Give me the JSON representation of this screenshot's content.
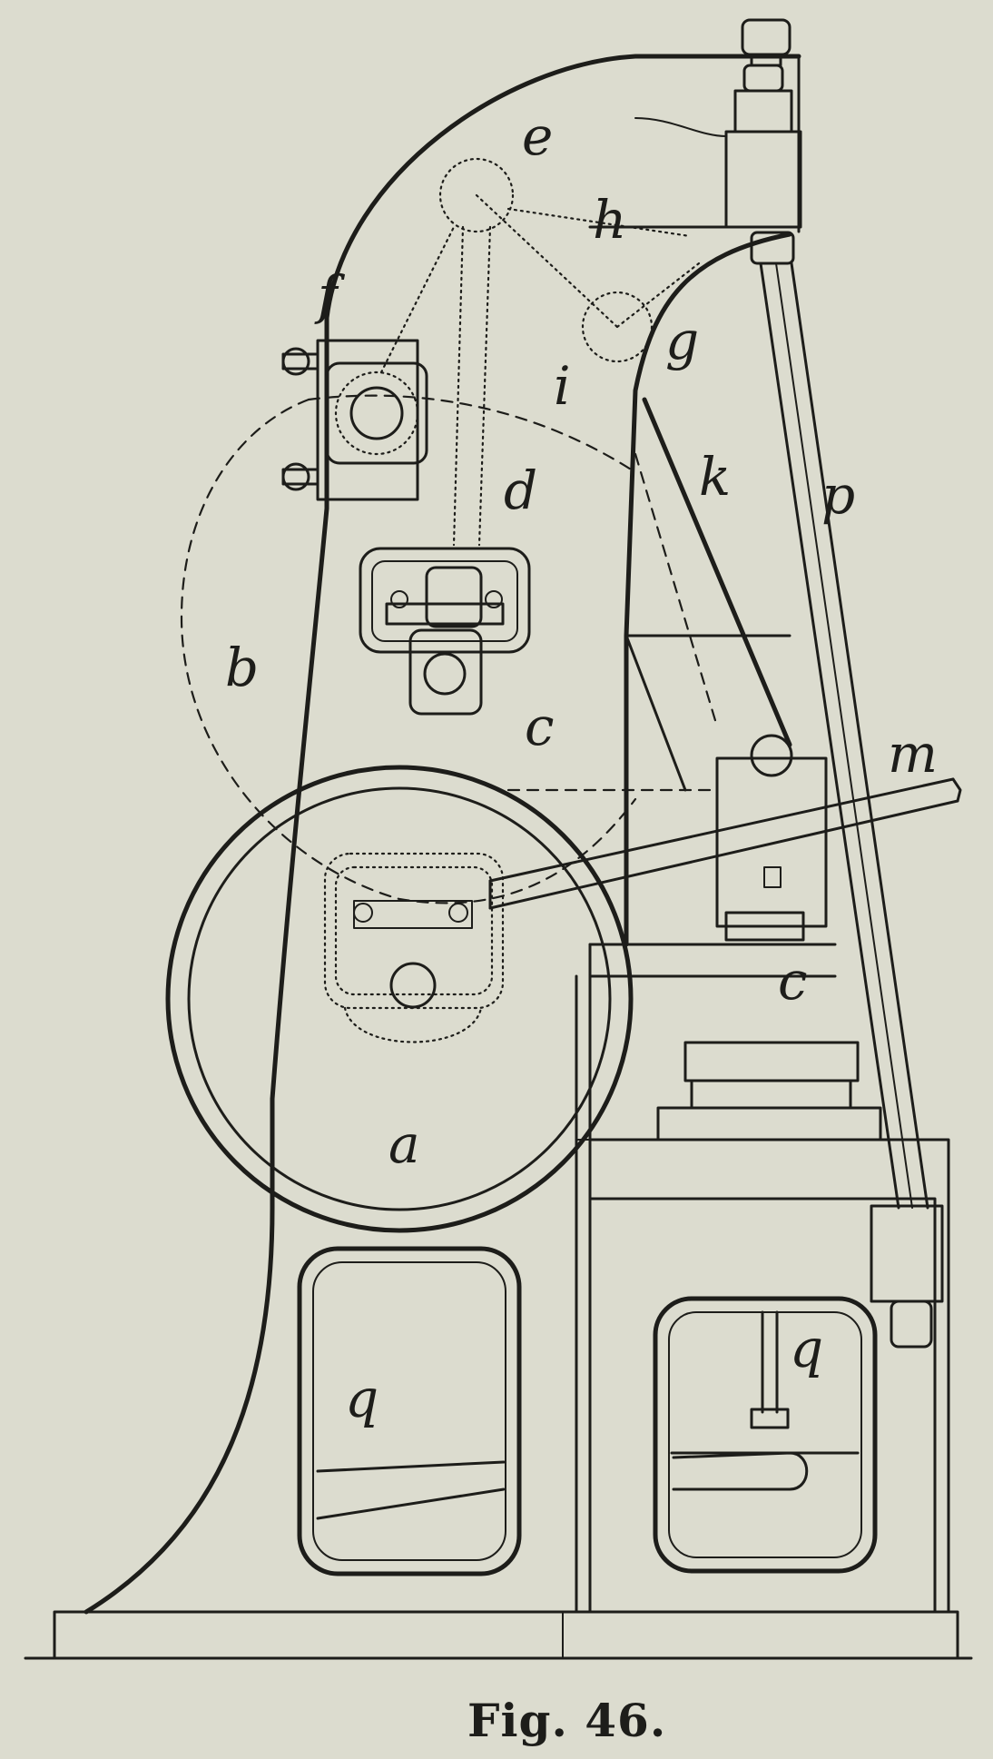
{
  "figure": {
    "caption": "Fig. 46.",
    "labels": {
      "a": "a",
      "b": "b",
      "c1": "c",
      "c2": "c",
      "d": "d",
      "e": "e",
      "f": "f",
      "g": "g",
      "h": "h",
      "i": "i",
      "k": "k",
      "m": "m",
      "p": "p",
      "q1": "q",
      "q2": "q"
    }
  }
}
